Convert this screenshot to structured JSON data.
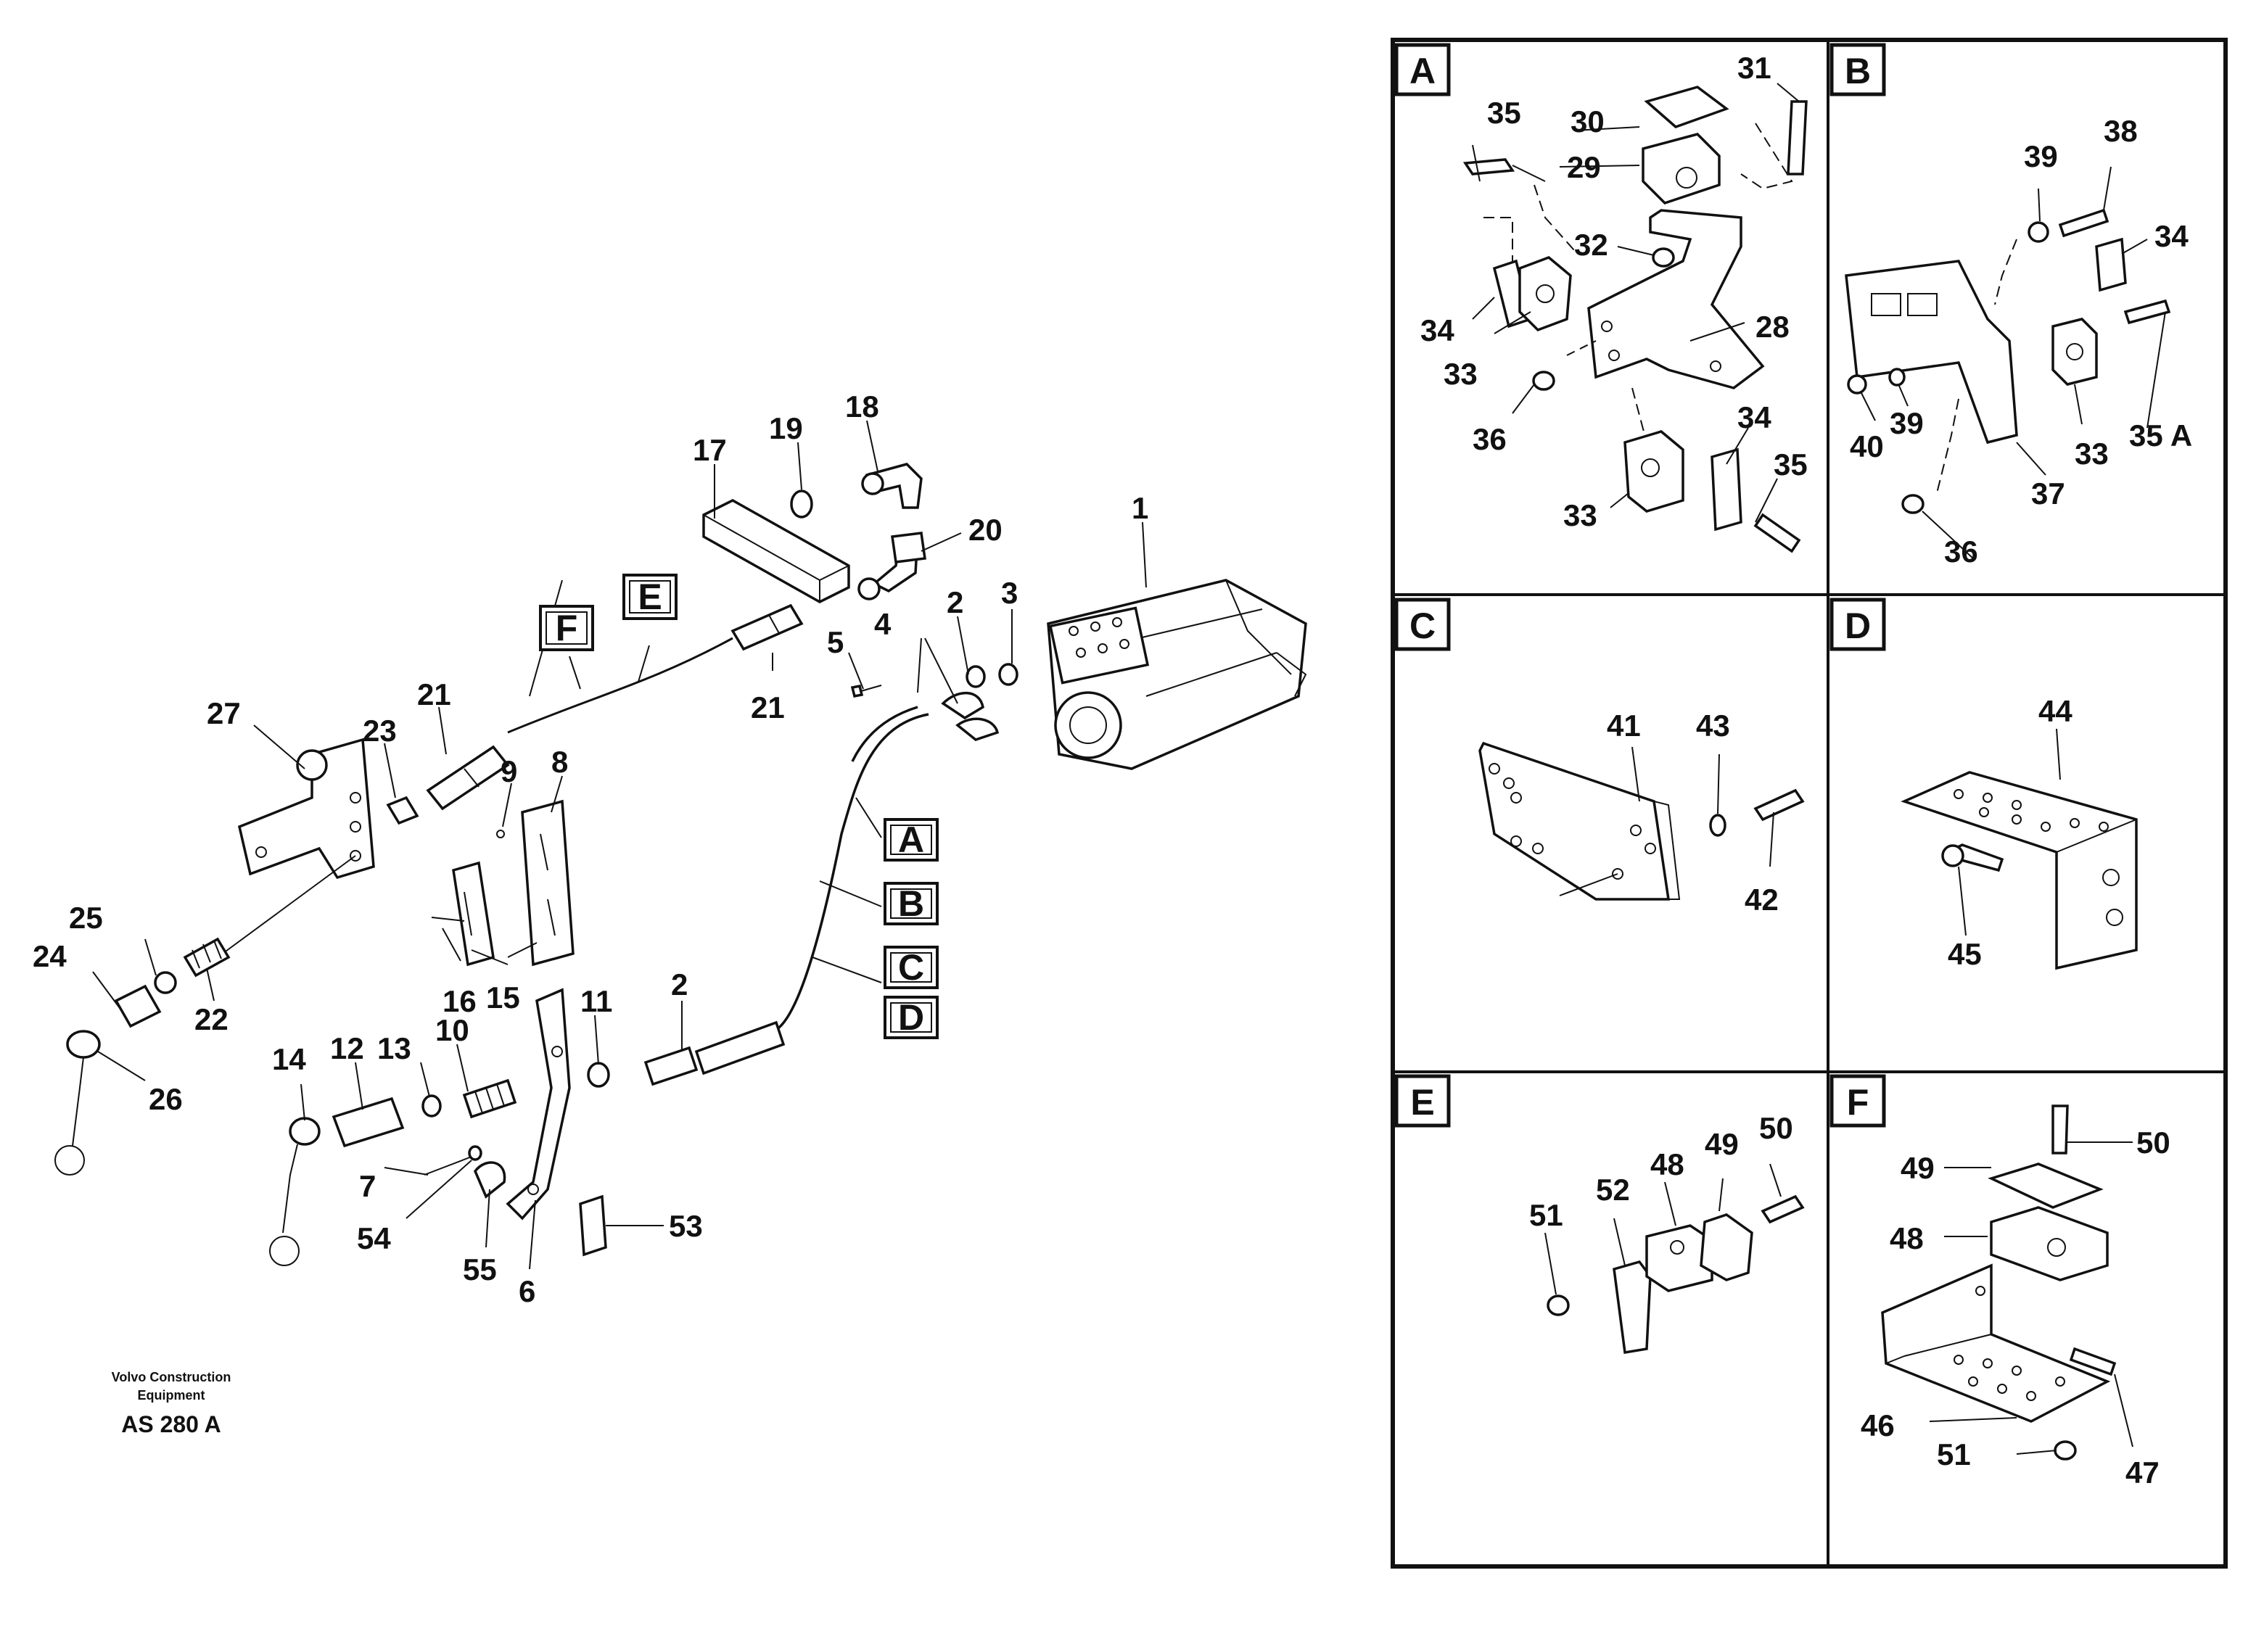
{
  "main_labels": [
    {
      "id": "1",
      "text": "1"
    },
    {
      "id": "2a",
      "text": "2"
    },
    {
      "id": "2b",
      "text": "2"
    },
    {
      "id": "3",
      "text": "3"
    },
    {
      "id": "4",
      "text": "4"
    },
    {
      "id": "5",
      "text": "5"
    },
    {
      "id": "6",
      "text": "6"
    },
    {
      "id": "7",
      "text": "7"
    },
    {
      "id": "8",
      "text": "8"
    },
    {
      "id": "9",
      "text": "9"
    },
    {
      "id": "10",
      "text": "10"
    },
    {
      "id": "11",
      "text": "11"
    },
    {
      "id": "12",
      "text": "12"
    },
    {
      "id": "13",
      "text": "13"
    },
    {
      "id": "14",
      "text": "14"
    },
    {
      "id": "15",
      "text": "15"
    },
    {
      "id": "16",
      "text": "16"
    },
    {
      "id": "17",
      "text": "17"
    },
    {
      "id": "18",
      "text": "18"
    },
    {
      "id": "19",
      "text": "19"
    },
    {
      "id": "20",
      "text": "20"
    },
    {
      "id": "21a",
      "text": "21"
    },
    {
      "id": "21b",
      "text": "21"
    },
    {
      "id": "22",
      "text": "22"
    },
    {
      "id": "23",
      "text": "23"
    },
    {
      "id": "24",
      "text": "24"
    },
    {
      "id": "25",
      "text": "25"
    },
    {
      "id": "26",
      "text": "26"
    },
    {
      "id": "27",
      "text": "27"
    },
    {
      "id": "53",
      "text": "53"
    },
    {
      "id": "54",
      "text": "54"
    },
    {
      "id": "55",
      "text": "55"
    }
  ],
  "callouts": [
    "A",
    "B",
    "C",
    "D",
    "E",
    "F"
  ],
  "panels": [
    {
      "letter": "A",
      "labels": [
        "35",
        "31",
        "30",
        "29",
        "32",
        "34",
        "33",
        "28",
        "36",
        "34",
        "35",
        "33"
      ]
    },
    {
      "letter": "B",
      "labels": [
        "38",
        "39",
        "34",
        "35 A",
        "33",
        "39",
        "40",
        "37",
        "36"
      ]
    },
    {
      "letter": "C",
      "labels": [
        "41",
        "43",
        "42"
      ]
    },
    {
      "letter": "D",
      "labels": [
        "44",
        "45"
      ]
    },
    {
      "letter": "E",
      "labels": [
        "51",
        "52",
        "48",
        "49",
        "50"
      ]
    },
    {
      "letter": "F",
      "labels": [
        "50",
        "49",
        "48",
        "46",
        "51",
        "47"
      ]
    }
  ],
  "credit": {
    "line1": "Volvo Construction",
    "line2": "Equipment",
    "code": "AS 280 A"
  }
}
